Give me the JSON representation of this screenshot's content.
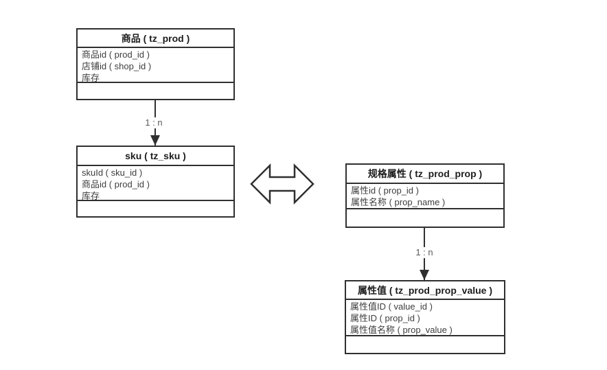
{
  "diagram": {
    "background_color": "#ffffff",
    "border_color": "#2f2f2f",
    "title_text_color": "#1c1c1c",
    "field_text_color": "#3d3d3d",
    "label_text_color": "#595959",
    "entities": [
      {
        "title": "商品 ( tz_prod )",
        "fields": [
          "商品id ( prod_id )",
          "店铺id ( shop_id )",
          "库存"
        ]
      },
      {
        "title": "sku ( tz_sku )",
        "fields": [
          "skuId ( sku_id )",
          "商品id ( prod_id )",
          "库存"
        ]
      },
      {
        "title": "规格属性 ( tz_prod_prop )",
        "fields": [
          "属性id ( prop_id )",
          "属性名称 ( prop_name )"
        ]
      },
      {
        "title": "属性值 ( tz_prod_prop_value )",
        "fields": [
          "属性值ID ( value_id )",
          "属性ID ( prop_id )",
          "属性值名称 ( prop_value )"
        ]
      }
    ],
    "connectors": [
      {
        "label": "1 : n"
      },
      {
        "label": "1 : n"
      }
    ],
    "relation_symbol": "double-headed-arrow"
  }
}
